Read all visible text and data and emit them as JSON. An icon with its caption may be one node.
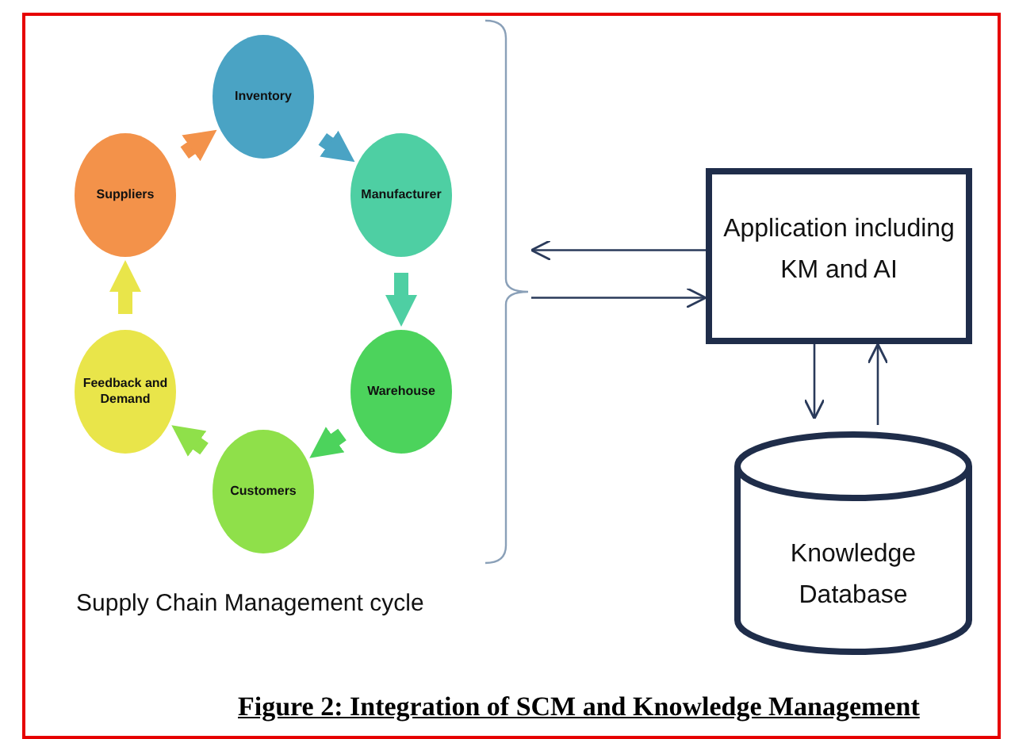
{
  "diagram": {
    "title": "Figure 2: Integration of SCM and Knowledge Management",
    "nodes": [
      {
        "text": [
          "Inventory"
        ]
      },
      {
        "text": [
          "Manufacturer"
        ]
      },
      {
        "text": [
          "Warehouse"
        ]
      },
      {
        "text": [
          "Customers"
        ]
      },
      {
        "text": [
          "Feedback and Demand"
        ]
      },
      {
        "text": [
          "Suppliers"
        ]
      },
      {
        "text": [],
        "shape": "bracket"
      },
      {
        "text": [
          "Application including KM and AI"
        ]
      },
      {
        "text": [
          "Knowledge Database"
        ]
      }
    ],
    "edges": [
      {
        "from": 0,
        "to": 1,
        "arrow": "to",
        "color": "#4aa3c4"
      },
      {
        "from": 1,
        "to": 2,
        "arrow": "to",
        "color": "#4ecfa3"
      },
      {
        "from": 2,
        "to": 3,
        "arrow": "to",
        "color": "#4cd35c"
      },
      {
        "from": 3,
        "to": 4,
        "arrow": "to",
        "color": "#8fe04a"
      },
      {
        "from": 4,
        "to": 5,
        "arrow": "to",
        "color": "#e9e54a"
      },
      {
        "from": 5,
        "to": 0,
        "arrow": "to",
        "color": "#f3924a"
      },
      {
        "from": 6,
        "to": 7,
        "arrow": "to"
      },
      {
        "from": 7,
        "to": 6,
        "arrow": "to"
      },
      {
        "from": 7,
        "to": 8,
        "arrow": "to"
      },
      {
        "from": 8,
        "to": 7,
        "arrow": "to"
      }
    ],
    "labels": [
      "Supply Chain Management cycle"
    ]
  }
}
